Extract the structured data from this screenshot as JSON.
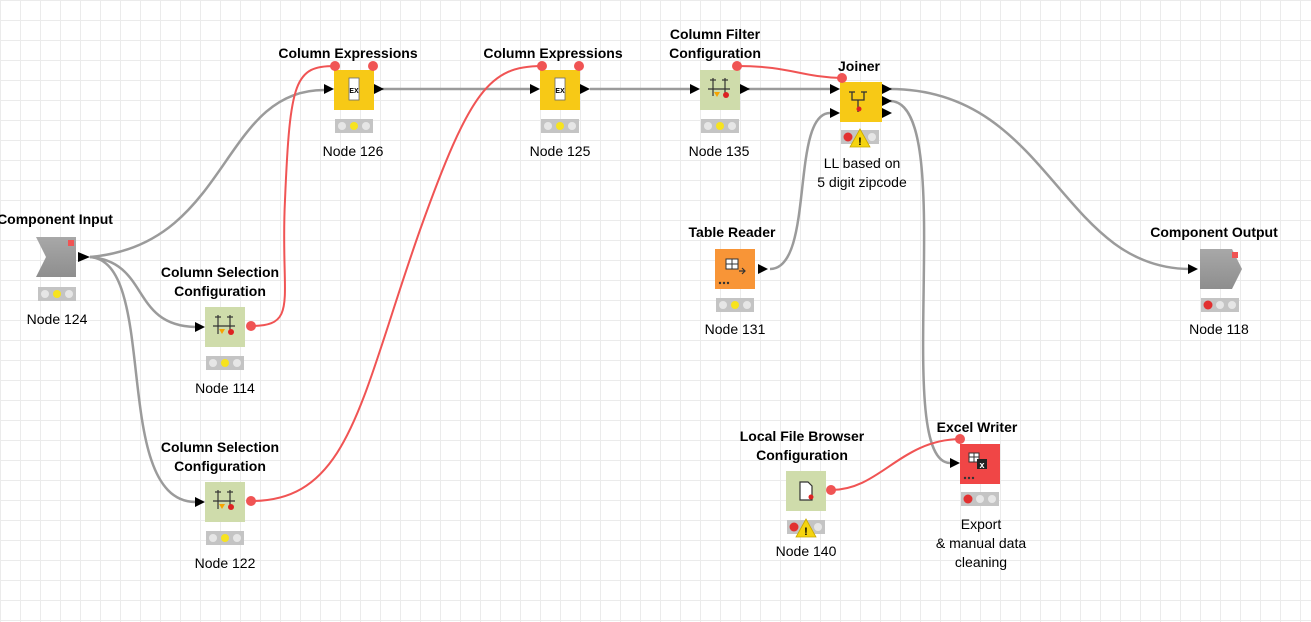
{
  "colors": {
    "data_connection": "#9b9b9b",
    "flow_variable_connection": "#f05454",
    "manipulator_node": "#f7c916",
    "configuration_node": "#cfdcab",
    "source_node": "#f89537",
    "sink_node": "#f04646",
    "component_port_node": "#9c9c9c",
    "status_bar": "#c4c4c4",
    "status_yellow": "#f7e31f",
    "status_red": "#e23030",
    "warning": "#f5d40f"
  },
  "nodes": {
    "node124": {
      "title": "Component Input",
      "label": "Node 124",
      "kind": "component-input",
      "status": "yellow"
    },
    "node126": {
      "title": "Column Expressions",
      "label": "Node 126",
      "kind": "column-expressions",
      "icon_text": "EX",
      "status": "yellow"
    },
    "node125": {
      "title": "Column Expressions",
      "label": "Node 125",
      "kind": "column-expressions",
      "icon_text": "EX",
      "status": "yellow"
    },
    "node135": {
      "title_line1": "Column Filter",
      "title_line2": "Configuration",
      "label": "Node 135",
      "kind": "column-filter-configuration",
      "status": "yellow"
    },
    "joiner": {
      "title": "Joiner",
      "annotation_line1": "LL based on",
      "annotation_line2": "5 digit zipcode",
      "kind": "joiner",
      "status": "red-warning"
    },
    "node114": {
      "title_line1": "Column Selection",
      "title_line2": "Configuration",
      "label": "Node 114",
      "kind": "column-selection-configuration",
      "status": "yellow"
    },
    "node122": {
      "title_line1": "Column Selection",
      "title_line2": "Configuration",
      "label": "Node 122",
      "kind": "column-selection-configuration",
      "status": "yellow"
    },
    "node131": {
      "title": "Table Reader",
      "label": "Node 131",
      "kind": "table-reader",
      "status": "yellow"
    },
    "node118": {
      "title": "Component Output",
      "label": "Node 118",
      "kind": "component-output",
      "status": "red"
    },
    "node140": {
      "title_line1": "Local File Browser",
      "title_line2": "Configuration",
      "label": "Node 140",
      "kind": "local-file-browser-configuration",
      "status": "red-warning"
    },
    "excel": {
      "title": "Excel Writer",
      "annotation_line1": "Export",
      "annotation_line2": "& manual data",
      "annotation_line3": "cleaning",
      "kind": "excel-writer",
      "status": "red"
    }
  }
}
